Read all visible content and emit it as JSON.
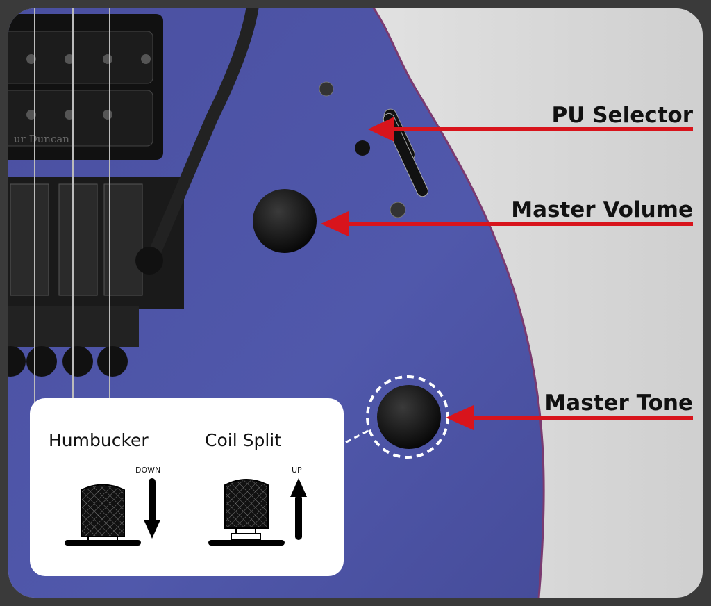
{
  "labels": {
    "pu_selector": "PU Selector",
    "master_volume": "Master Volume",
    "master_tone": "Master Tone"
  },
  "inset": {
    "humbucker": {
      "title": "Humbucker",
      "direction": "DOWN"
    },
    "coil_split": {
      "title": "Coil Split",
      "direction": "UP"
    }
  },
  "pickup_brand": "ur Duncan",
  "colors": {
    "body": "#4e55a6",
    "arrow": "#d8141c",
    "frame": "#3a3a3a"
  }
}
